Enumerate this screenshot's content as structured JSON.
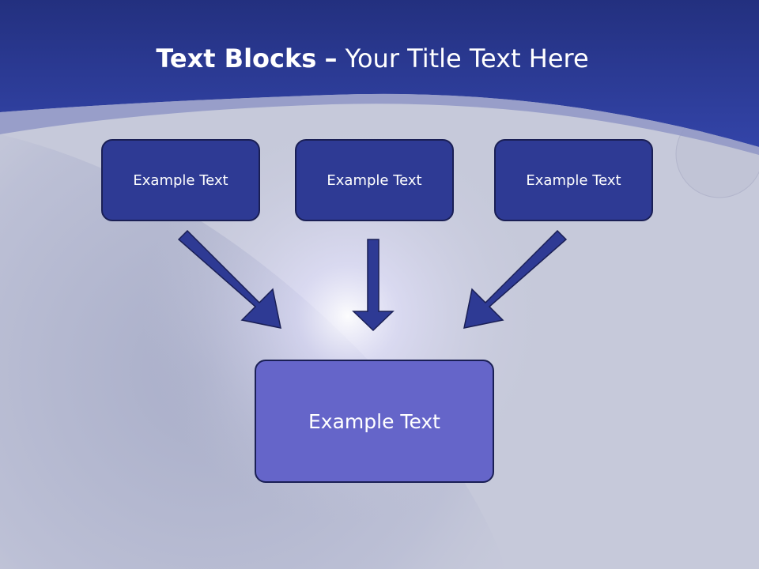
{
  "slide": {
    "title_bold": "Text Blocks",
    "title_dash": "–",
    "title_rest": "Your Title Text Here"
  },
  "blocks": [
    {
      "label": "Example Text"
    },
    {
      "label": "Example Text"
    },
    {
      "label": "Example Text"
    }
  ],
  "target": {
    "label": "Example Text"
  },
  "colors": {
    "header": "#2b3a9c",
    "box_fill": "#2e3a94",
    "box_border": "#1a1f55",
    "target_fill": "#6565c9",
    "arrow": "#2e3a94",
    "background": "#c6c9da"
  }
}
